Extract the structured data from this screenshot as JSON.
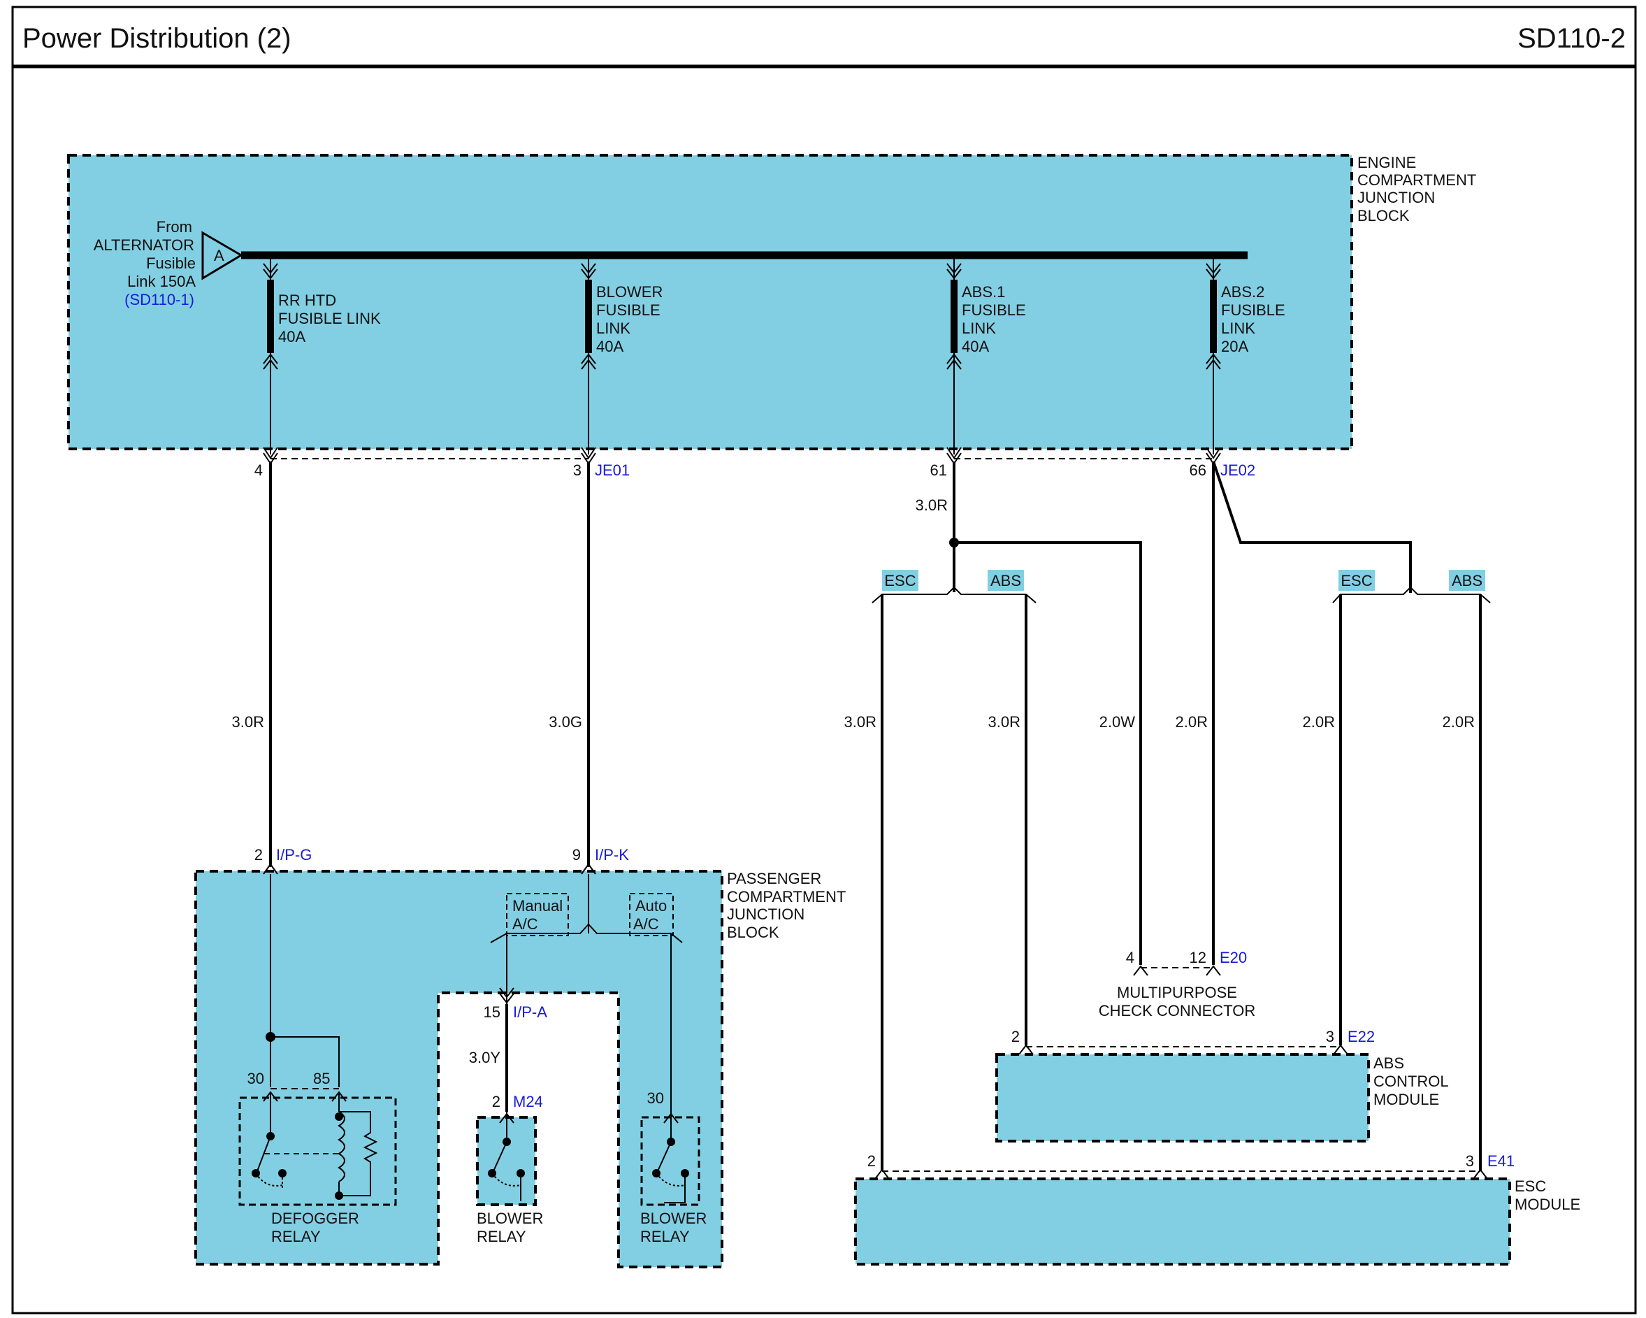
{
  "header": {
    "title": "Power Distribution (2)",
    "code": "SD110-2"
  },
  "source": {
    "from": "From",
    "alt": "ALTERNATOR",
    "fusible": "Fusible",
    "link": "Link 150A",
    "ref": "(SD110-1)",
    "marker": "A"
  },
  "colors": {
    "block": "#82cfe3",
    "wire": "#000000",
    "connector": "#1a1adb"
  },
  "blocks": {
    "ecjb": [
      "ENGINE",
      "COMPARTMENT",
      "JUNCTION",
      "BLOCK"
    ],
    "pcjb": [
      "PASSENGER",
      "COMPARTMENT",
      "JUNCTION",
      "BLOCK"
    ],
    "abs_module": [
      "ABS",
      "CONTROL",
      "MODULE"
    ],
    "esc_module": [
      "ESC",
      "MODULE"
    ],
    "mpc": [
      "MULTIPURPOSE",
      "CHECK CONNECTOR"
    ]
  },
  "fuses": [
    {
      "l1": "RR HTD",
      "l2": "FUSIBLE LINK",
      "l3": "40A",
      "l4": ""
    },
    {
      "l1": "BLOWER",
      "l2": "FUSIBLE",
      "l3": "LINK",
      "l4": "40A"
    },
    {
      "l1": "ABS.1",
      "l2": "FUSIBLE",
      "l3": "LINK",
      "l4": "40A"
    },
    {
      "l1": "ABS.2",
      "l2": "FUSIBLE",
      "l3": "LINK",
      "l4": "20A"
    }
  ],
  "pins": {
    "je_4": "4",
    "je_3": "3",
    "je_61": "61",
    "je_66": "66",
    "ipg_2": "2",
    "ipk_9": "9",
    "ipa_15": "15",
    "m24_2": "2",
    "r30a": "30",
    "r85": "85",
    "r30b": "30",
    "e20_4": "4",
    "e20_12": "12",
    "e22_2": "2",
    "e22_3": "3",
    "e41_2": "2",
    "e41_3": "3"
  },
  "connectors": {
    "je01": "JE01",
    "je02": "JE02",
    "ipg": "I/P-G",
    "ipk": "I/P-K",
    "ipa": "I/P-A",
    "m24": "M24",
    "e20": "E20",
    "e22": "E22",
    "e41": "E41"
  },
  "wires": {
    "w1": "3.0R",
    "w2": "3.0G",
    "w_abs1": "3.0R",
    "w_esc_a": "3.0R",
    "w_abs_a": "3.0R",
    "w_mpc": "2.0W",
    "w_je02": "2.0R",
    "w_esc_b": "2.0R",
    "w_abs_b": "2.0R",
    "w_ipa": "3.0Y"
  },
  "options": {
    "esc": "ESC",
    "abs": "ABS",
    "manual": [
      "Manual",
      "A/C"
    ],
    "auto": [
      "Auto",
      "A/C"
    ]
  },
  "relays": {
    "defogger": [
      "DEFOGGER",
      "RELAY"
    ],
    "blower1": [
      "BLOWER",
      "RELAY"
    ],
    "blower2": [
      "BLOWER",
      "RELAY"
    ]
  }
}
